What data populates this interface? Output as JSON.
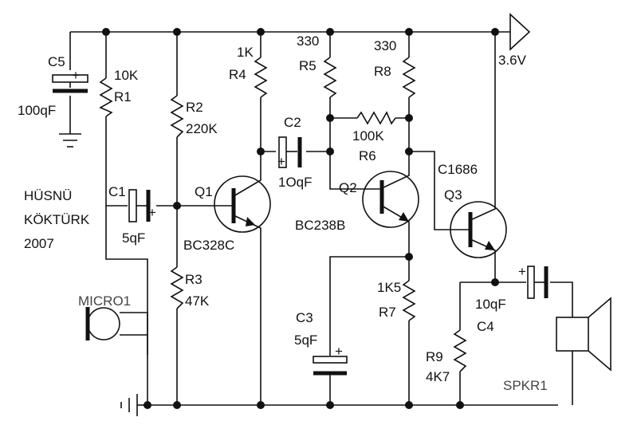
{
  "author": [
    "HÜSNÜ",
    "KÖKTÜRK",
    "2007"
  ],
  "supply": "3.6V",
  "c5": {
    "ref": "C5",
    "value": "100qF"
  },
  "r1": {
    "value": "10K",
    "ref": "R1"
  },
  "r2": {
    "ref": "R2",
    "value": "220K"
  },
  "r3": {
    "ref": "R3",
    "value": "47K"
  },
  "r4": {
    "value": "1K",
    "ref": "R4"
  },
  "r5": {
    "value": "330",
    "ref": "R5"
  },
  "r8": {
    "value": "330",
    "ref": "R8"
  },
  "r6": {
    "value": "100K",
    "ref": "R6"
  },
  "r7": {
    "value": "1K5",
    "ref": "R7"
  },
  "r9": {
    "ref": "R9",
    "value": "4K7"
  },
  "c1": {
    "ref": "C1",
    "value": "5qF"
  },
  "c2": {
    "ref": "C2",
    "value": "1OqF"
  },
  "c3": {
    "ref": "C3",
    "value": "5qF"
  },
  "c4": {
    "value": "10qF",
    "ref": "C4"
  },
  "q1": {
    "ref": "Q1",
    "part": "BC328C"
  },
  "q2": {
    "ref": "Q2",
    "part": "BC238B"
  },
  "q3": {
    "part": "C1686",
    "ref": "Q3"
  },
  "mic": "MICRO1",
  "spk": "SPKR1",
  "plus": "+"
}
